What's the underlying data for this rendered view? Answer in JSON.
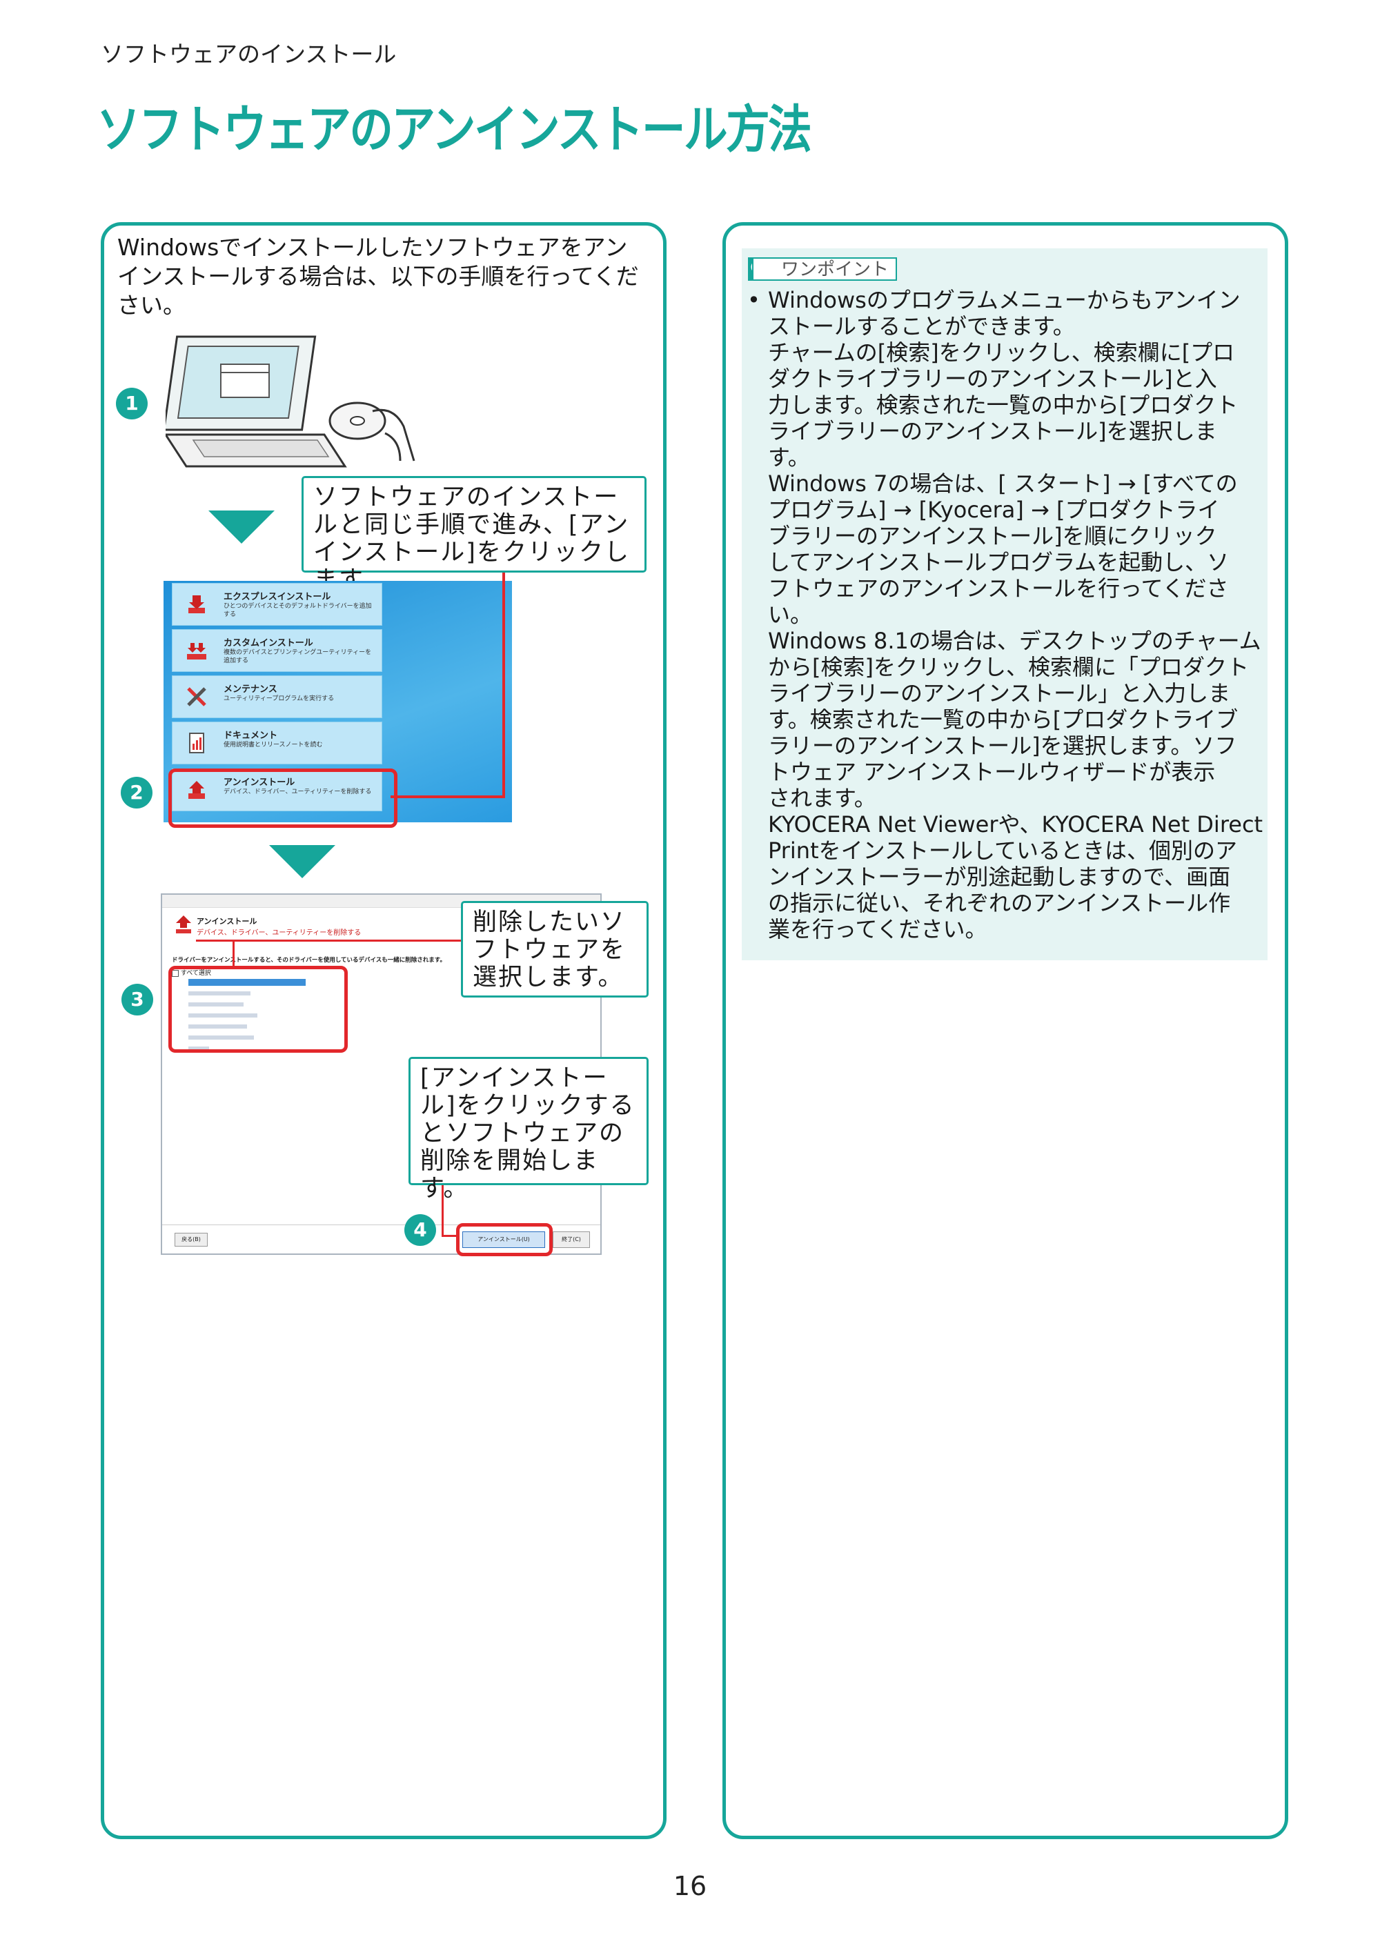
{
  "header": {
    "breadcrumb": "ソフトウェアのインストール",
    "title": "ソフトウェアのアンインストール方法"
  },
  "left_panel": {
    "intro": "Windowsでインストールしたソフトウェアをアンインストールする場合は、以下の手順を行ってください。",
    "steps": [
      "1",
      "2",
      "3",
      "4"
    ],
    "callouts": {
      "step1": "ソフトウェアのインストールと同じ手順で進み、[アンインストール]をクリックします。",
      "step3": "削除したいソフトウェアを選択します。",
      "step4": "[アンインストール]をクリックするとソフトウェアの削除を開始します。"
    },
    "menu_items": [
      {
        "title": "エクスプレスインストール",
        "sub": "ひとつのデバイスとそのデフォルトドライバーを追加する"
      },
      {
        "title": "カスタムインストール",
        "sub": "複数のデバイスとプリンティングユーティリティーを追加する"
      },
      {
        "title": "メンテナンス",
        "sub": "ユーティリティープログラムを実行する"
      },
      {
        "title": "ドキュメント",
        "sub": "使用説明書とリリースノートを読む"
      },
      {
        "title": "アンインストール",
        "sub": "デバイス、ドライバー、ユーティリティーを削除する"
      }
    ],
    "dialog": {
      "heading": "アンインストール",
      "subheading": "デバイス、ドライバー、ユーティリティーを削除する",
      "notice": "ドライバーをアンインストールすると、そのドライバーを使用しているデバイスも一緒に削除されます。",
      "select_all": "すべて選択",
      "back_button": "戻る(B)",
      "uninstall_button": "アンインストール(U)",
      "close_button": "終了(C)"
    }
  },
  "right_panel": {
    "tip_label": "ワンポイント",
    "bullet": "•",
    "lines": [
      "Windowsのプログラムメニューからもアンイン",
      "ストールすることができます。",
      "チャームの[検索]をクリックし、検索欄に[プロ",
      "ダクトライブラリーのアンインストール]と入",
      "力します。検索された一覧の中から[プロダクト",
      "ライブラリーのアンインストール]を選択しま",
      "す。",
      "Windows 7の場合は、[ スタート] → [すべての",
      "プログラム] → [Kyocera] → [プロダクトライ",
      "ブラリーのアンインストール]を順にクリック",
      "してアンインストールプログラムを起動し、ソ",
      "フトウェアのアンインストールを行ってくださ",
      "い。",
      "Windows 8.1の場合は、デスクトップのチャーム",
      "から[検索]をクリックし、検索欄に「プロダクト",
      "ライブラリーのアンインストール」と入力しま",
      "す。検索された一覧の中から[プロダクトライブ",
      "ラリーのアンインストール]を選択します。ソフ",
      "トウェア アンインストールウィザードが表示",
      "されます。",
      "KYOCERA Net Viewerや、KYOCERA Net Direct",
      "Printをインストールしているときは、個別のア",
      "ンインストーラーが別途起動しますので、画面",
      "の指示に従い、それぞれのアンインストール作",
      "業を行ってください。"
    ]
  },
  "footer": {
    "page_number": "16"
  },
  "colors": {
    "accent": "#16a69a",
    "highlight": "#e2272b"
  }
}
